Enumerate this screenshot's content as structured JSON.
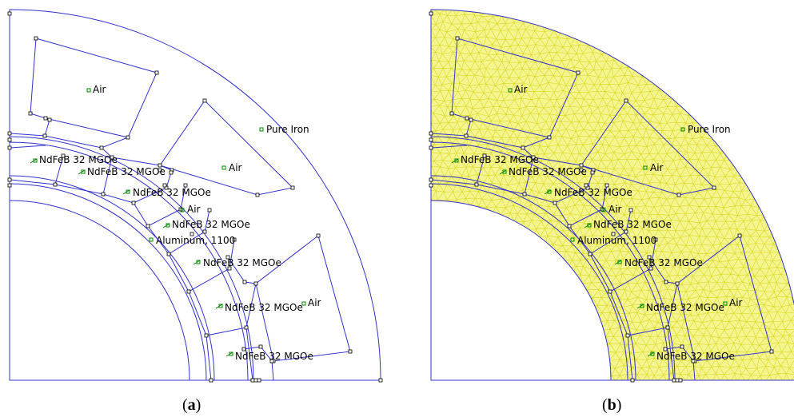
{
  "colors": {
    "geometry_line": "#3333cc",
    "node_marker": "#000000",
    "label_marker": "#008800",
    "label_text": "#000000",
    "mesh_fill": "#f5f590",
    "mesh_line": "#d8d820"
  },
  "panels": [
    {
      "id": "a",
      "caption_prefix": "(",
      "caption_letter": "a",
      "caption_suffix": ")",
      "meshed": false
    },
    {
      "id": "b",
      "caption_prefix": "(",
      "caption_letter": "b",
      "caption_suffix": ")",
      "meshed": true
    }
  ],
  "labels": [
    "Air",
    "Pure Iron",
    "NdFeB 32 MGOe",
    "NdFeB 32 MGOe",
    "NdFeB 32 MGOe",
    "Air",
    "Air",
    "NdFeB 32 MGOe",
    "Aluminum, 1100",
    "NdFeB 32 MGOe",
    "NdFeB 32 MGOe",
    "Air",
    "NdFeB 32 MGOe"
  ]
}
